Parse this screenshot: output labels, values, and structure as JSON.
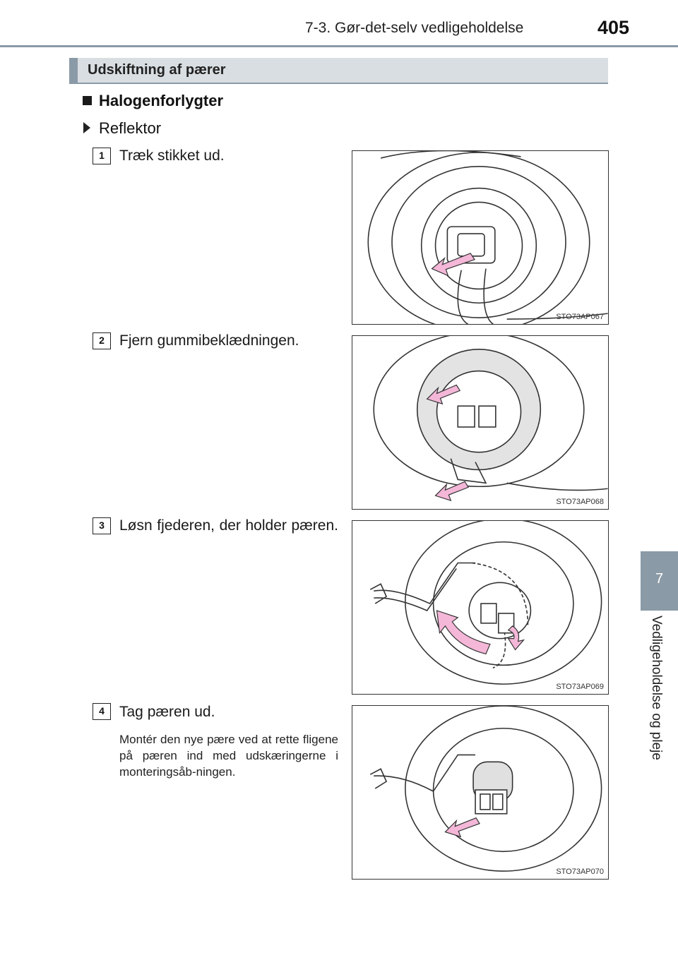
{
  "header": {
    "title": "7-3. Gør-det-selv vedligeholdelse",
    "page": "405"
  },
  "section": {
    "title": "Udskiftning af pærer"
  },
  "subheading": "Halogenforlygter",
  "subsubheading": "Reflektor",
  "steps": [
    {
      "num": "1",
      "text": "Træk stikket ud.",
      "figure_code": "STO73AP067"
    },
    {
      "num": "2",
      "text": "Fjern gummibeklædningen.",
      "figure_code": "STO73AP068"
    },
    {
      "num": "3",
      "text": "Løsn fjederen, der holder pæren.",
      "figure_code": "STO73AP069"
    },
    {
      "num": "4",
      "text": "Tag pæren ud.",
      "figure_code": "STO73AP070"
    }
  ],
  "note": "Montér den nye pære ved at rette fligene på pæren ind med udskæringerne i monteringsåb-ningen.",
  "side_tab": {
    "number": "7",
    "label": "Vedligeholdelse og pleje"
  },
  "colors": {
    "accent_gray": "#8a9aa6",
    "bar_bg": "#d9dee2",
    "arrow_pink": "#f4b7d8"
  }
}
